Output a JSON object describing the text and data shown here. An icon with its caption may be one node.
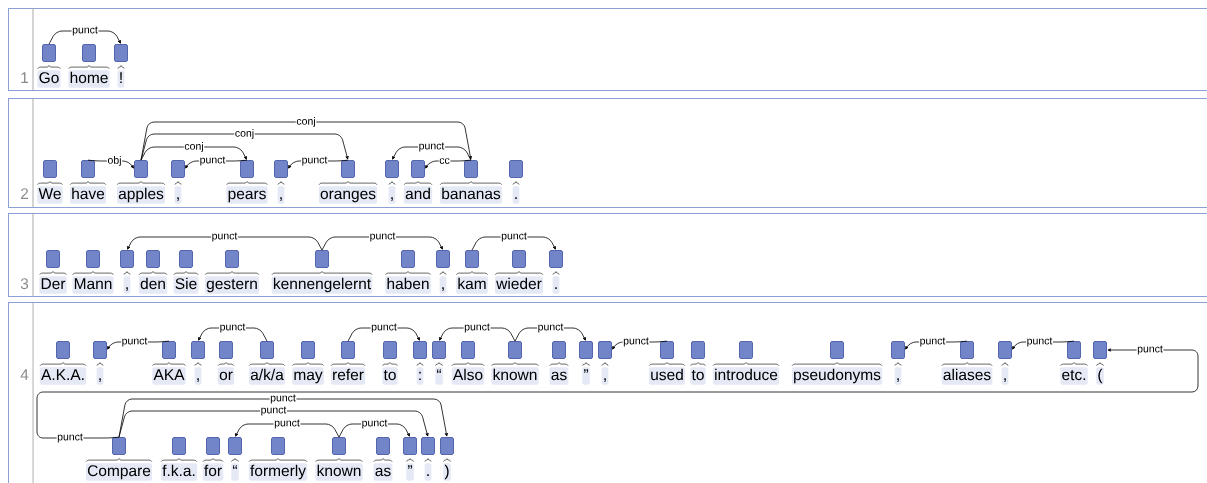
{
  "diagram": {
    "nodes": [
      {
        "text": [
          "1"
        ]
      },
      {
        "text": [
          "Go"
        ],
        "in": 0
      },
      {
        "text": [
          "home"
        ],
        "in": 0
      },
      {
        "text": [
          "!"
        ],
        "in": 0
      },
      {
        "text": [
          "2"
        ]
      },
      {
        "text": [
          "We"
        ],
        "in": 4
      },
      {
        "text": [
          "have"
        ],
        "in": 4
      },
      {
        "text": [
          "apples"
        ],
        "in": 4
      },
      {
        "text": [
          ","
        ],
        "in": 4
      },
      {
        "text": [
          "pears"
        ],
        "in": 4
      },
      {
        "text": [
          ","
        ],
        "in": 4
      },
      {
        "text": [
          "oranges"
        ],
        "in": 4
      },
      {
        "text": [
          ","
        ],
        "in": 4
      },
      {
        "text": [
          "and"
        ],
        "in": 4
      },
      {
        "text": [
          "bananas"
        ],
        "in": 4
      },
      {
        "text": [
          "."
        ],
        "in": 4
      },
      {
        "text": [
          "3"
        ]
      },
      {
        "text": [
          "Der"
        ],
        "in": 16
      },
      {
        "text": [
          "Mann"
        ],
        "in": 16
      },
      {
        "text": [
          ","
        ],
        "in": 16
      },
      {
        "text": [
          "den"
        ],
        "in": 16
      },
      {
        "text": [
          "Sie"
        ],
        "in": 16
      },
      {
        "text": [
          "gestern"
        ],
        "in": 16
      },
      {
        "text": [
          "kennengelernt"
        ],
        "in": 16
      },
      {
        "text": [
          "haben"
        ],
        "in": 16
      },
      {
        "text": [
          ","
        ],
        "in": 16
      },
      {
        "text": [
          "kam"
        ],
        "in": 16
      },
      {
        "text": [
          "wieder"
        ],
        "in": 16
      },
      {
        "text": [
          "."
        ],
        "in": 16
      },
      {
        "text": [
          "4"
        ]
      },
      {
        "text": [
          "A.K.A."
        ],
        "in": 29
      },
      {
        "text": [
          ","
        ],
        "in": 29
      },
      {
        "text": [
          "AKA"
        ],
        "in": 29
      },
      {
        "text": [
          ","
        ],
        "in": 29
      },
      {
        "text": [
          "or"
        ],
        "in": 29
      },
      {
        "text": [
          "a/k/a"
        ],
        "in": 29
      },
      {
        "text": [
          "may"
        ],
        "in": 29
      },
      {
        "text": [
          "refer"
        ],
        "in": 29
      },
      {
        "text": [
          "to"
        ],
        "in": 29
      },
      {
        "text": [
          ":"
        ],
        "in": 29
      },
      {
        "text": [
          "“"
        ],
        "in": 29
      },
      {
        "text": [
          "Also"
        ],
        "in": 29
      },
      {
        "text": [
          "known"
        ],
        "in": 29
      },
      {
        "text": [
          "as"
        ],
        "in": 29
      },
      {
        "text": [
          "”"
        ],
        "in": 29
      },
      {
        "text": [
          ","
        ],
        "in": 29
      },
      {
        "text": [
          "used"
        ],
        "in": 29
      },
      {
        "text": [
          "to"
        ],
        "in": 29
      },
      {
        "text": [
          "introduce"
        ],
        "in": 29
      },
      {
        "text": [
          "pseudonyms"
        ],
        "in": 29
      },
      {
        "text": [
          ","
        ],
        "in": 29
      },
      {
        "text": [
          "aliases"
        ],
        "in": 29
      },
      {
        "text": [
          ","
        ],
        "in": 29
      },
      {
        "text": [
          "etc."
        ],
        "in": 29
      },
      {
        "text": [
          "("
        ],
        "in": 29
      },
      {
        "text": [
          "Compare"
        ],
        "in": 29
      },
      {
        "text": [
          "f.k.a."
        ],
        "in": 29
      },
      {
        "text": [
          "for"
        ],
        "in": 29
      },
      {
        "text": [
          "“"
        ],
        "in": 29
      },
      {
        "text": [
          "formerly"
        ],
        "in": 29
      },
      {
        "text": [
          "known"
        ],
        "in": 29
      },
      {
        "text": [
          "as"
        ],
        "in": 29
      },
      {
        "text": [
          "”"
        ],
        "in": 29
      },
      {
        "text": [
          "."
        ],
        "in": 29
      },
      {
        "text": [
          ")"
        ],
        "in": 29
      }
    ],
    "edges": [
      {
        "from": 1,
        "to": 3,
        "arrow": "to",
        "label": "punct"
      },
      {
        "from": 6,
        "to": 7,
        "arrow": "to",
        "label": "obj"
      },
      {
        "from": 7,
        "to": 9,
        "arrow": "to",
        "label": "conj"
      },
      {
        "from": 7,
        "to": 11,
        "arrow": "to",
        "label": "conj"
      },
      {
        "from": 7,
        "to": 14,
        "arrow": "to",
        "label": "conj"
      },
      {
        "from": 9,
        "to": 8,
        "arrow": "to",
        "label": "punct"
      },
      {
        "from": 11,
        "to": 10,
        "arrow": "to",
        "label": "punct"
      },
      {
        "from": 14,
        "to": 12,
        "arrow": "to",
        "label": "punct"
      },
      {
        "from": 14,
        "to": 13,
        "arrow": "to",
        "label": "cc"
      },
      {
        "from": 23,
        "to": 19,
        "arrow": "to",
        "label": "punct"
      },
      {
        "from": 23,
        "to": 25,
        "arrow": "to",
        "label": "punct"
      },
      {
        "from": 26,
        "to": 28,
        "arrow": "to",
        "label": "punct"
      },
      {
        "from": 32,
        "to": 31,
        "arrow": "to",
        "label": "punct"
      },
      {
        "from": 35,
        "to": 33,
        "arrow": "to",
        "label": "punct"
      },
      {
        "from": 37,
        "to": 39,
        "arrow": "to",
        "label": "punct"
      },
      {
        "from": 42,
        "to": 40,
        "arrow": "to",
        "label": "punct"
      },
      {
        "from": 42,
        "to": 44,
        "arrow": "to",
        "label": "punct"
      },
      {
        "from": 46,
        "to": 45,
        "arrow": "to",
        "label": "punct"
      },
      {
        "from": 51,
        "to": 50,
        "arrow": "to",
        "label": "punct"
      },
      {
        "from": 53,
        "to": 52,
        "arrow": "to",
        "label": "punct"
      },
      {
        "from": 55,
        "to": 54,
        "arrow": "to",
        "label": "punct"
      },
      {
        "from": 60,
        "to": 58,
        "arrow": "to",
        "label": "punct"
      },
      {
        "from": 60,
        "to": 62,
        "arrow": "to",
        "label": "punct"
      },
      {
        "from": 55,
        "to": 63,
        "arrow": "to",
        "label": "punct"
      },
      {
        "from": 55,
        "to": 64,
        "arrow": "to",
        "label": "punct"
      }
    ],
    "labels": [
      "punct"
    ]
  }
}
